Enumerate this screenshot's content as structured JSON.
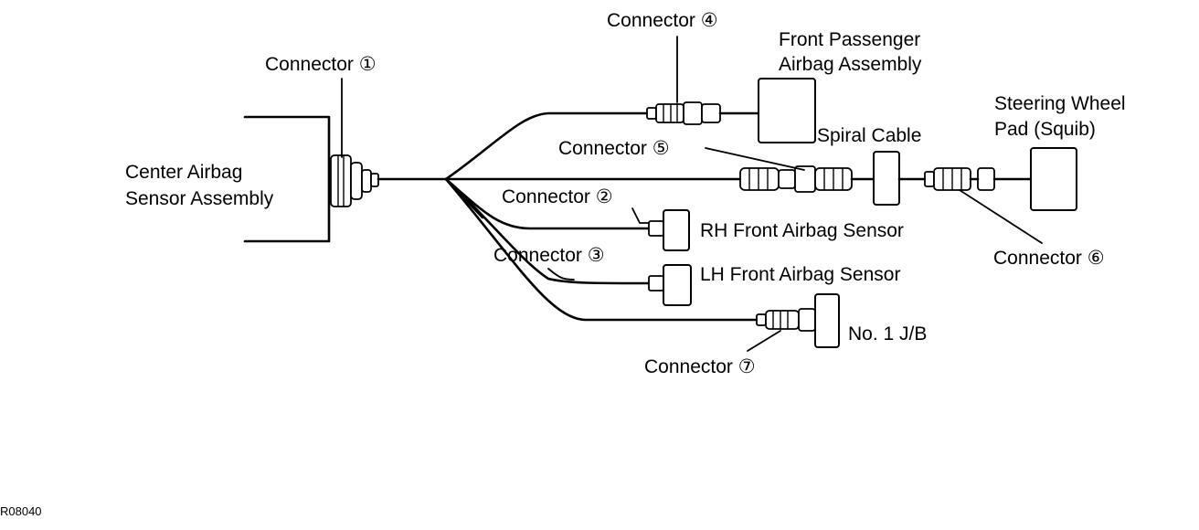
{
  "labels": {
    "center_sensor": [
      "Center Airbag",
      "Sensor Assembly"
    ],
    "connector_1": "Connector ①",
    "connector_2": "Connector ②",
    "connector_3": "Connector ③",
    "connector_4": "Connector ④",
    "connector_5": "Connector ⑤",
    "connector_6": "Connector ⑥",
    "connector_7": "Connector ⑦",
    "front_passenger": [
      "Front Passenger",
      "Airbag Assembly"
    ],
    "spiral_cable": "Spiral Cable",
    "steering_wheel": [
      "Steering Wheel",
      "Pad (Squib)"
    ],
    "rh_sensor": "RH Front Airbag Sensor",
    "lh_sensor": "LH Front Airbag Sensor",
    "jb": "No. 1 J/B"
  },
  "figure_code": "R08040"
}
